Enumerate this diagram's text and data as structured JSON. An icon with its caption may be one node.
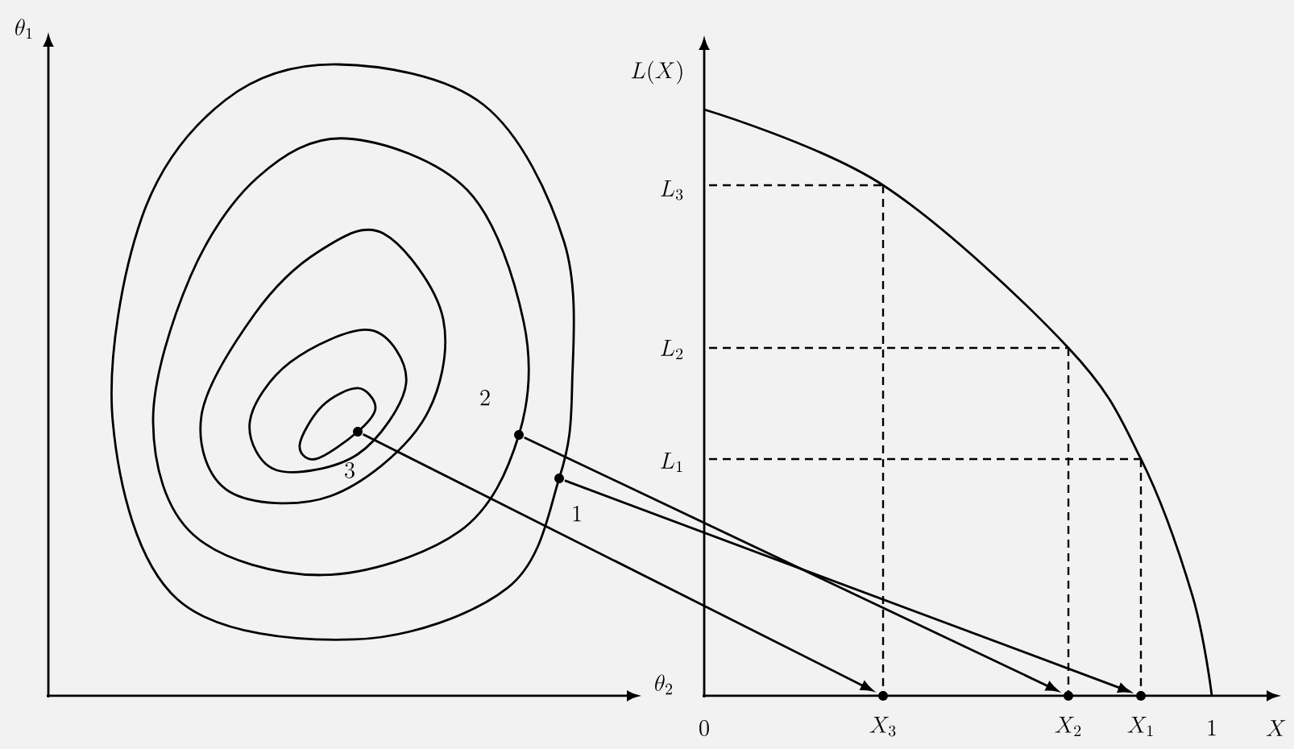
{
  "diagram": {
    "nodes": [
      {
        "text": [],
        "shape": "circle",
        "beside": [
          "3"
        ]
      },
      {
        "text": [],
        "shape": "circle",
        "beside": [
          "2"
        ]
      },
      {
        "text": [],
        "shape": "circle",
        "beside": [
          "1"
        ]
      },
      {
        "text": [],
        "shape": "circle",
        "beside": [
          "X_3"
        ]
      },
      {
        "text": [],
        "shape": "circle",
        "beside": [
          "X_2"
        ]
      },
      {
        "text": [],
        "shape": "circle",
        "beside": [
          "X_1"
        ]
      }
    ],
    "edges": [
      {
        "from": 0,
        "to": 3,
        "arrow": "to"
      },
      {
        "from": 1,
        "to": 4,
        "arrow": "to"
      },
      {
        "from": 2,
        "to": 5,
        "arrow": "to"
      }
    ],
    "labels": [
      "\\theta_1",
      "L(X)",
      "L_3",
      "L_2",
      "L_1",
      "\\theta_2",
      "0",
      "1",
      "X"
    ]
  }
}
